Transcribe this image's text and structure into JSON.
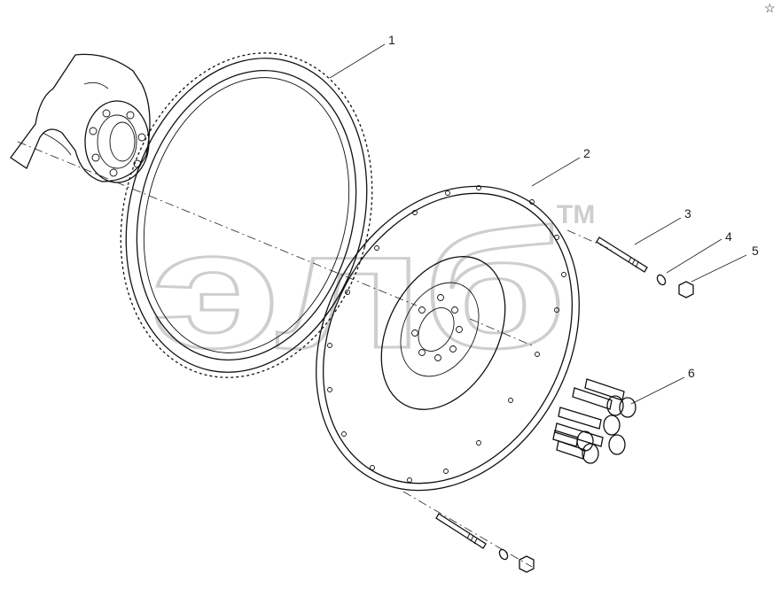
{
  "watermark": {
    "text": "элб",
    "tm": "TM"
  },
  "callouts": [
    {
      "id": "callout-1",
      "label": "1"
    },
    {
      "id": "callout-2",
      "label": "2"
    },
    {
      "id": "callout-3",
      "label": "3"
    },
    {
      "id": "callout-4",
      "label": "4"
    },
    {
      "id": "callout-5",
      "label": "5"
    },
    {
      "id": "callout-6",
      "label": "6"
    }
  ],
  "parts": [
    {
      "ref": "1",
      "icon": "ring-gear-icon"
    },
    {
      "ref": "2",
      "icon": "flywheel-icon"
    },
    {
      "ref": "3",
      "icon": "stud-icon"
    },
    {
      "ref": "4",
      "icon": "washer-icon"
    },
    {
      "ref": "5",
      "icon": "nut-icon"
    },
    {
      "ref": "6",
      "icon": "bolt-icon"
    }
  ],
  "top_right_glyph": "☆"
}
